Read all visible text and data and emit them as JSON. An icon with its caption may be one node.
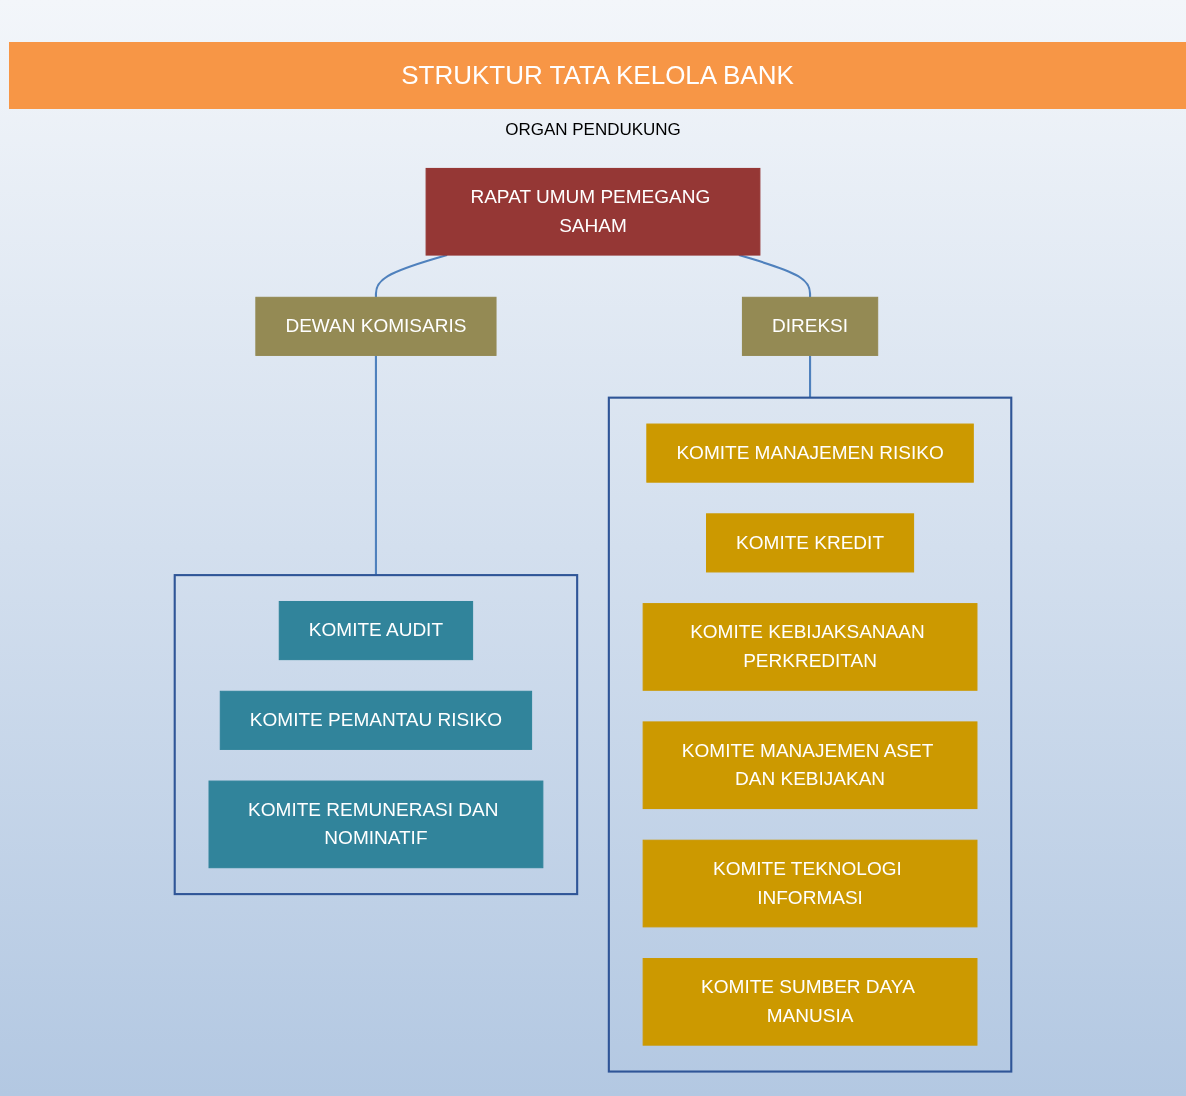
{
  "diagram": {
    "title": "STRUKTUR TATA KELOLA BANK",
    "nodes": [
      {
        "text": [
          "RAPAT UMUM PEMEGANG SAHAM"
        ]
      },
      {
        "text": [
          "DEWAN KOMISARIS"
        ]
      },
      {
        "text": [
          "DIREKSI"
        ]
      },
      {
        "text": [],
        "shape": "box"
      },
      {
        "text": [
          "KOMITE AUDIT"
        ],
        "in": 3
      },
      {
        "text": [
          "KOMITE PEMANTAU RISIKO"
        ],
        "in": 3
      },
      {
        "text": [
          "KOMITE REMUNERASI DAN NOMINATIF"
        ],
        "in": 3
      },
      {
        "text": [],
        "shape": "box"
      },
      {
        "text": [
          "KOMITE MANAJEMEN RISIKO"
        ],
        "in": 7
      },
      {
        "text": [
          "KOMITE KREDIT"
        ],
        "in": 7
      },
      {
        "text": [
          "KOMITE KEBIJAKSANAAN PERKREDITAN"
        ],
        "in": 7
      },
      {
        "text": [
          "KOMITE MANAJEMEN ASET DAN KEBIJAKAN"
        ],
        "in": 7
      },
      {
        "text": [
          "KOMITE TEKNOLOGI INFORMASI"
        ],
        "in": 7
      },
      {
        "text": [
          "KOMITE SUMBER DAYA MANUSIA"
        ],
        "in": 7
      }
    ],
    "edges": [
      {
        "from": 0,
        "to": 1,
        "arrow": "none"
      },
      {
        "from": 0,
        "to": 2,
        "arrow": "none"
      },
      {
        "from": 1,
        "to": 3,
        "arrow": "none"
      },
      {
        "from": 2,
        "to": 7,
        "arrow": "none"
      }
    ],
    "labels": [
      "ORGAN PENDUKUNG"
    ]
  }
}
